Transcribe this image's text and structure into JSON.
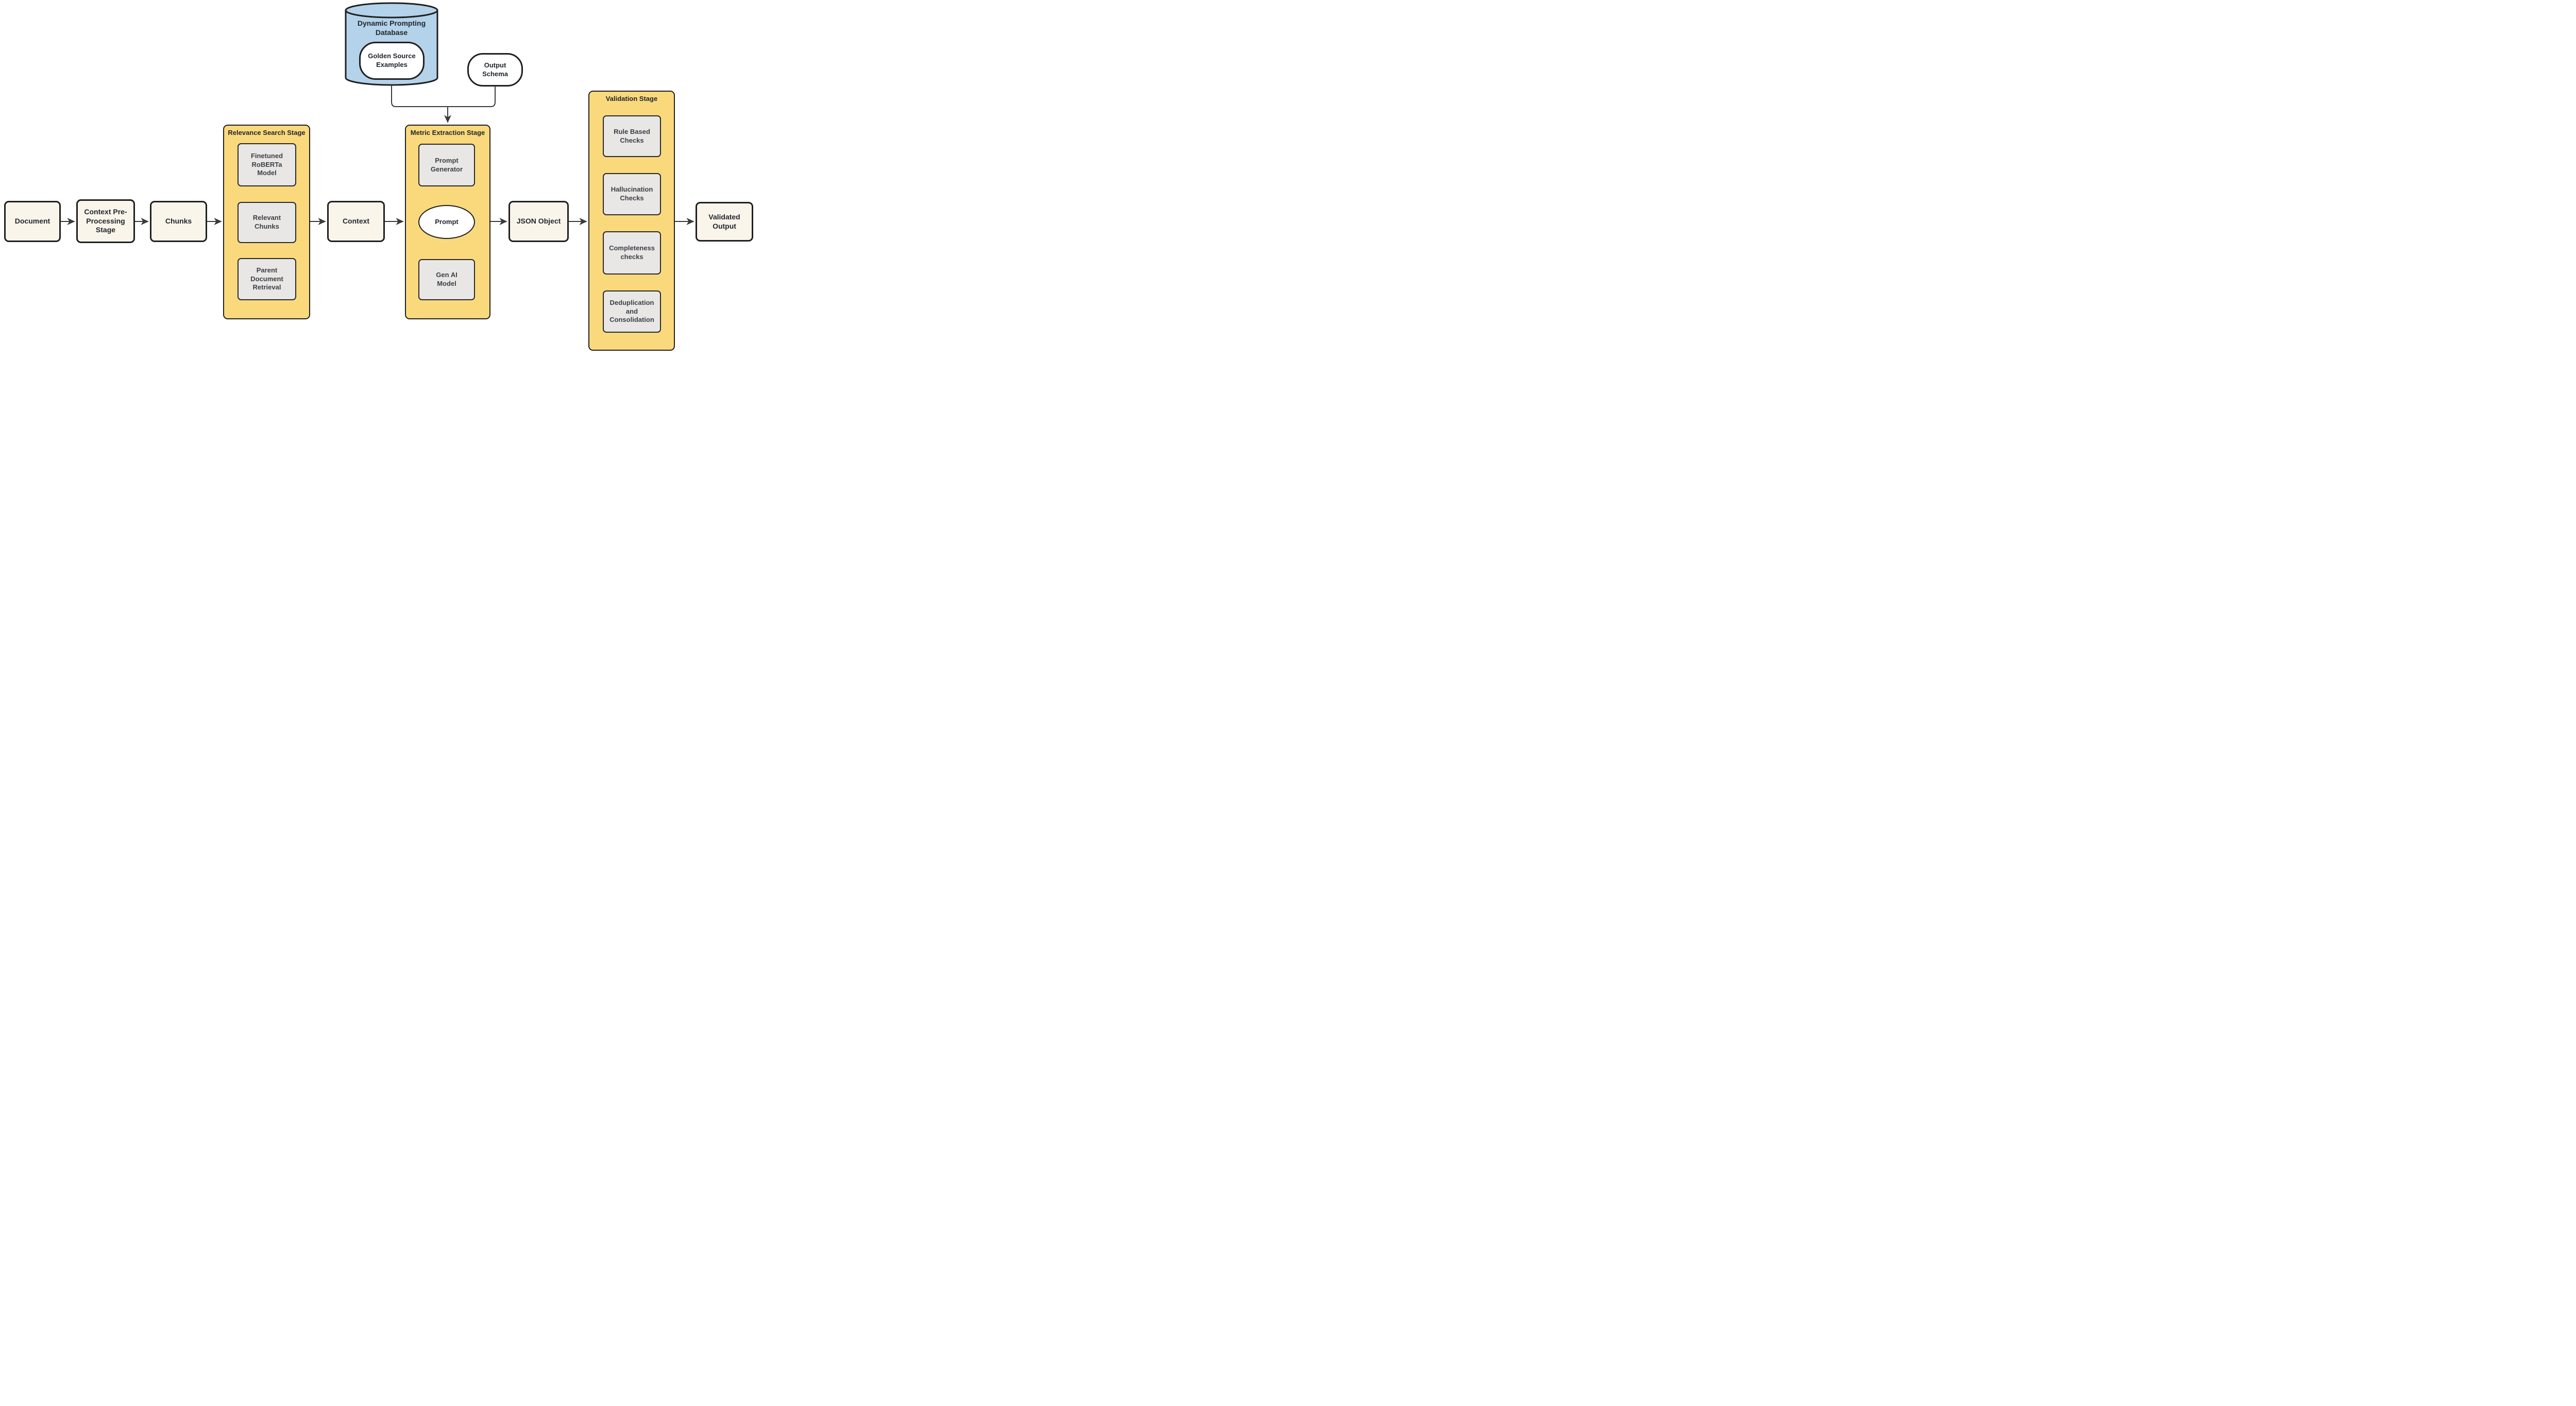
{
  "nodes": {
    "document": "Document",
    "context_preprocessing": "Context Pre-\nProcessing\nStage",
    "chunks": "Chunks",
    "context": "Context",
    "json_object": "JSON Object",
    "validated_output": "Validated\nOutput",
    "database_title": "Dynamic Prompting\nDatabase",
    "golden_source": "Golden Source\nExamples",
    "output_schema": "Output\nSchema",
    "prompt": "Prompt"
  },
  "stages": {
    "relevance": {
      "title": "Relevance Search Stage",
      "steps": [
        "Finetuned\nRoBERTa\nModel",
        "Relevant\nChunks",
        "Parent\nDocument\nRetrieval"
      ]
    },
    "metric": {
      "title": "Metric Extraction Stage",
      "steps": [
        "Prompt\nGenerator",
        "Gen AI\nModel"
      ]
    },
    "validation": {
      "title": "Validation Stage",
      "steps": [
        "Rule Based\nChecks",
        "Hallucination\nChecks",
        "Completeness\nchecks",
        "Deduplication\nand\nConsolidation"
      ]
    }
  },
  "colors": {
    "stage_fill": "#FAD97D",
    "node_fill": "#FAF5EB",
    "step_fill": "#E8E7E5",
    "database_fill": "#B4D2EA",
    "ellipse_fill": "#FFFFFF",
    "border": "#1F1F1F",
    "connector": "#3A3A3A",
    "text": "#21252C",
    "step_text": "#3B3F46"
  }
}
